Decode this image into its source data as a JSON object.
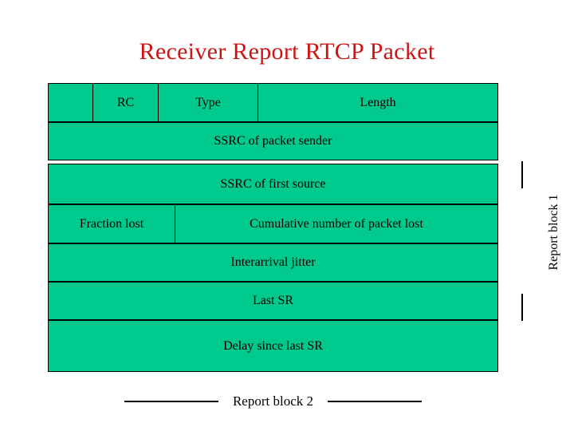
{
  "slide": {
    "title": "Receiver Report RTCP Packet",
    "title_color": "#cc1414",
    "background_color": "#ffffff"
  },
  "packet": {
    "field_fill_color": "#00c98d",
    "border_color": "#000000",
    "rows": [
      {
        "name": "header",
        "cells": [
          {
            "name": "flags",
            "label": ""
          },
          {
            "name": "rc",
            "label": "RC"
          },
          {
            "name": "type",
            "label": "Type"
          },
          {
            "name": "length",
            "label": "Length"
          }
        ]
      },
      {
        "name": "ssrc-sender",
        "cells": [
          {
            "name": "ssrc-of-packet-sender",
            "label": "SSRC of packet sender"
          }
        ]
      },
      {
        "name": "ssrc-source",
        "cells": [
          {
            "name": "ssrc-of-first-source",
            "label": "SSRC of first source"
          }
        ]
      },
      {
        "name": "fraction",
        "cells": [
          {
            "name": "fraction-lost",
            "label": "Fraction lost"
          },
          {
            "name": "cumulative-number-of-packet-lost",
            "label": "Cumulative number of packet lost"
          }
        ]
      },
      {
        "name": "jitter",
        "cells": [
          {
            "name": "interarrival-jitter",
            "label": "Interarrival jitter"
          }
        ]
      },
      {
        "name": "lastsr",
        "cells": [
          {
            "name": "last-sr",
            "label": "Last SR"
          }
        ]
      },
      {
        "name": "delay",
        "cells": [
          {
            "name": "delay-since-last-sr",
            "label": "Delay since last SR"
          }
        ]
      }
    ]
  },
  "annotations": {
    "report_block_1": "Report block 1",
    "report_block_2": "Report block 2"
  }
}
